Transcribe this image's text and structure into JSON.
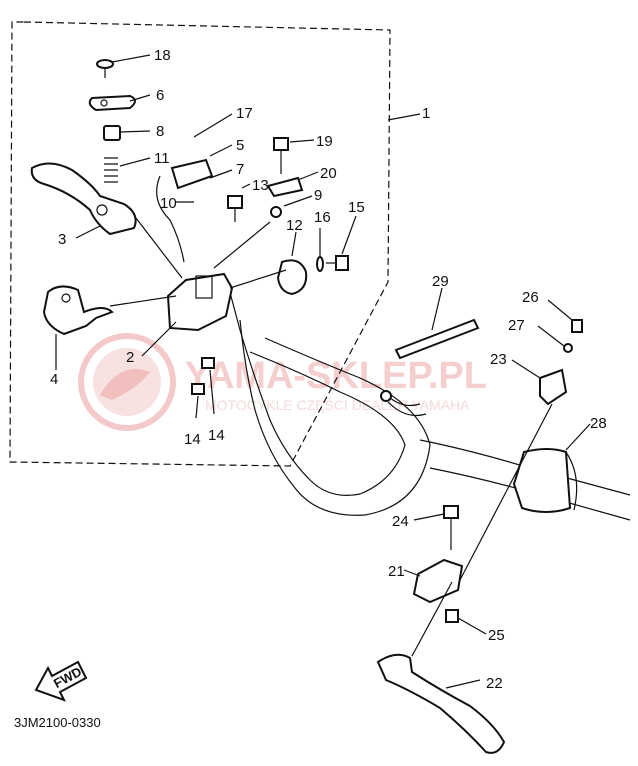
{
  "watermark": {
    "brand": "YAMA-SKLEP.PL",
    "subtitle": "MOTOCYKLE  CZĘŚCI  DEALER YAMAHA"
  },
  "fwd_label": "FWD",
  "diagram_code": "3JM2100-0330",
  "callouts": {
    "c1": "1",
    "c2": "2",
    "c3": "3",
    "c4": "4",
    "c5": "5",
    "c6": "6",
    "c7": "7",
    "c8": "8",
    "c9": "9",
    "c10": "10",
    "c11": "11",
    "c12": "12",
    "c13": "13",
    "c14a": "14",
    "c14b": "14",
    "c15": "15",
    "c16": "16",
    "c17": "17",
    "c18": "18",
    "c19": "19",
    "c20": "20",
    "c21": "21",
    "c22": "22",
    "c23": "23",
    "c24": "24",
    "c25": "25",
    "c26": "26",
    "c27": "27",
    "c28": "28",
    "c29": "29"
  }
}
